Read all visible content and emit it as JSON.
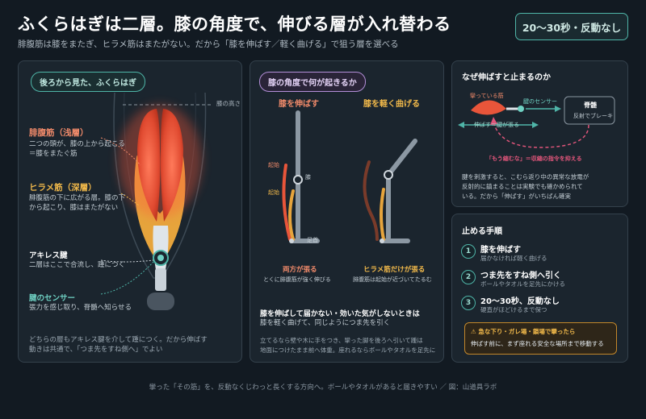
{
  "header": {
    "title": "ふくらはぎは二層。膝の角度で、伸びる層が入れ替わる",
    "subtitle": "腓腹筋は膝をまたぎ、ヒラメ筋はまたがない。だから「膝を伸ばす／軽く曲げる」で狙う層を選べる",
    "badge": "20〜30秒・反動なし"
  },
  "left_panel": {
    "tag": "後ろから見た、ふくらはぎ",
    "knee_height_label": "膝の高さ",
    "gastroc": {
      "title": "腓腹筋（浅層）",
      "line1": "二つの頭が、膝の上から起こる",
      "line2": "＝膝をまたぐ筋"
    },
    "soleus": {
      "title": "ヒラメ筋（深層）",
      "line1": "腓腹筋の下に広がる層。膝の下",
      "line2": "から起こり、膝はまたがない"
    },
    "achilles": {
      "title": "アキレス腱",
      "line1": "二層はここで合流し、踵につく"
    },
    "sensor": {
      "title": "腱のセンサー",
      "line1": "張力を感じ取り、脊髄へ知らせる"
    },
    "footnote1": "どちらの層もアキレス腱を介して踵につく。だから伸ばす",
    "footnote2": "動きは共通で、「つま先をすね側へ」でよい"
  },
  "middle_panel": {
    "tag": "膝の角度で何が起きるか",
    "straight_title": "膝を伸ばす",
    "bent_title": "膝を軽く曲げる",
    "origin1": "起始",
    "origin2": "起始",
    "knee_label": "膝",
    "ankle_label": "足首",
    "straight_caption_title": "両方が張る",
    "straight_caption_sub": "とくに腓腹筋が強く伸びる",
    "bent_caption_title": "ヒラメ筋だけが張る",
    "bent_caption_sub": "腓腹筋は起始が近づいてたるむ",
    "tip_title": "膝を伸ばして届かない・効いた気がしないときは",
    "tip_sub": "膝を軽く曲げて、同じようにつま先を引く",
    "note1": "立てるなら壁や木に手をつき、攣った脚を後ろへ引いて踵は",
    "note2": "地面につけたまま前へ体重。座れるならボールやタオルを足先に"
  },
  "right_top": {
    "title": "なぜ伸ばすと止まるのか",
    "cramp_muscle": "攣っている筋",
    "tendon_sensor": "腱のセンサー",
    "spine_title": "脊髄",
    "spine_sub": "反射でブレーキ",
    "stretch_label": "伸ばす＝腱が張る",
    "inhibit_label": "「もう縮むな」＝収縮の指令を抑える",
    "body1": "腱を刺激すると、こむら返り中の異常な放電が",
    "body2": "反射的に鎮まることは実験でも確かめられて",
    "body3": "いる。だから「伸ばす」がいちばん確実"
  },
  "right_bottom": {
    "title": "止める手順",
    "steps": [
      {
        "num": "1",
        "title": "膝を伸ばす",
        "sub": "届かなければ軽く曲げる"
      },
      {
        "num": "2",
        "title": "つま先をすね側へ引く",
        "sub": "ボールやタオルを足先にかける"
      },
      {
        "num": "3",
        "title": "20〜30秒、反動なし",
        "sub": "硬直がほどけるまで保つ"
      }
    ],
    "warning_title": "⚠ 急な下り・ガレ場・鎖場で攣ったら",
    "warning_body": "伸ばす前に、まず座れる安全な場所まで移動する"
  },
  "footer": "攣った「その筋」を、反動なくじわっと長くする方向へ。ボールやタオルがあると届きやすい ／ 図：山道具ラボ",
  "colors": {
    "gastroc": "#e8553a",
    "soleus": "#e6a43c",
    "teal": "#4fb5a8",
    "pink": "#e0557a",
    "background": "#121a22"
  }
}
